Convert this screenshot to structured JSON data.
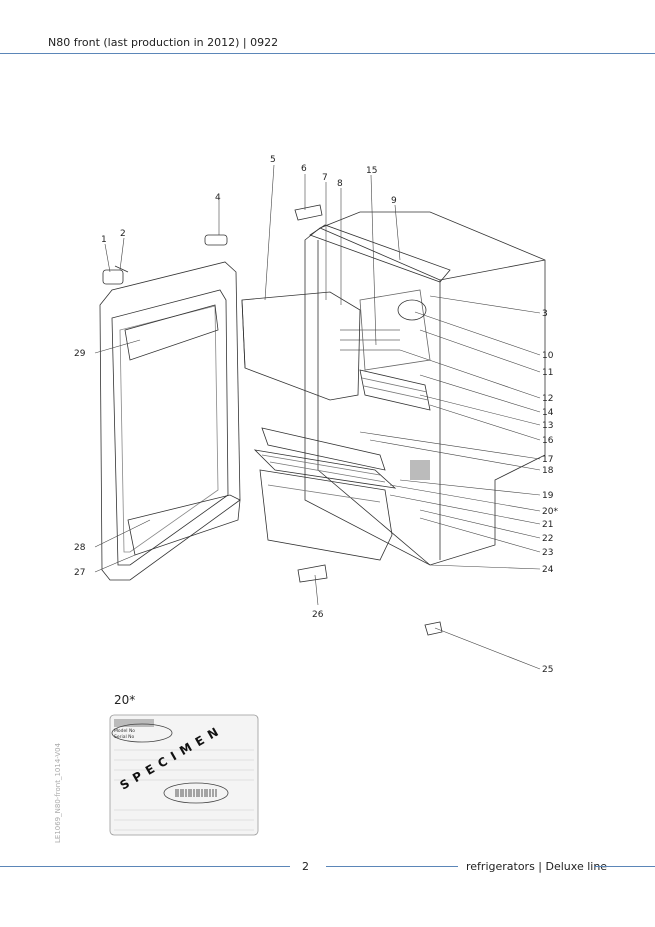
{
  "header": {
    "title": "N80 front (last production in 2012) | 0922"
  },
  "footer": {
    "page_number": "2",
    "text": "refrigerators | Deluxe line"
  },
  "callouts": [
    "1",
    "2",
    "3",
    "4",
    "5",
    "6",
    "7",
    "8",
    "9",
    "10",
    "11",
    "12",
    "13",
    "14",
    "15",
    "16",
    "17",
    "18",
    "19",
    "20*",
    "21",
    "22",
    "23",
    "24",
    "25",
    "26",
    "27",
    "28",
    "29"
  ],
  "specimen": {
    "title": "20*",
    "stamp": "SPECIMEN",
    "model_label": "Model No",
    "serial_label": "Serial No"
  },
  "side_code": "LE1069_N80-front_1014-V04"
}
